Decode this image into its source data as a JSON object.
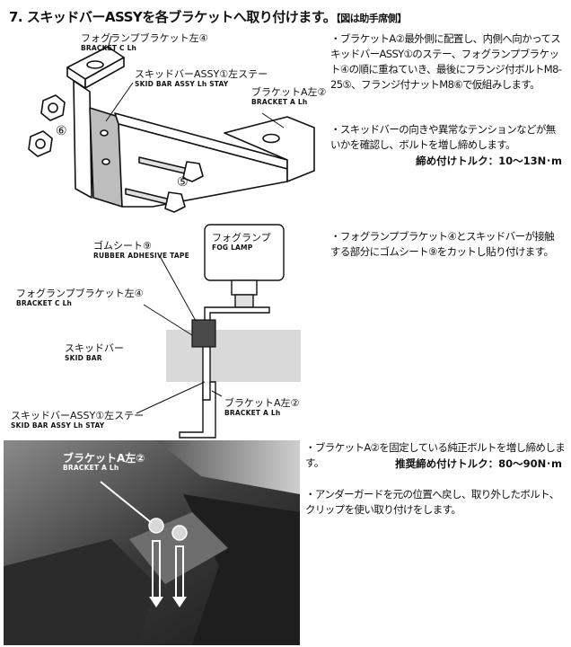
{
  "title": {
    "main": "7. スキッドバーASSYを各ブラケットへ取り付けます。",
    "sub": "【図は助手席側】"
  },
  "diagram1": {
    "bracket_c_jp": "フォグランプブラケット左④",
    "bracket_c_en": "BRACKET C Lh",
    "stay_jp": "スキッドバーASSY①左ステー",
    "stay_en": "SKID BAR ASSY Lh STAY",
    "bracket_a_jp": "ブラケットA左②",
    "bracket_a_en": "BRACKET A Lh",
    "num_6": "⑥",
    "num_5": "⑤"
  },
  "diagram2": {
    "fog_lamp_jp": "フォグランプ",
    "fog_lamp_en": "FOG LAMP",
    "rubber_jp": "ゴムシート⑨",
    "rubber_en": "RUBBER ADHESIVE TAPE",
    "bracket_c_jp": "フォグランプブラケット左④",
    "bracket_c_en": "BRACKET C Lh",
    "skid_bar_jp": "スキッドバー",
    "skid_bar_en": "SKID BAR",
    "bracket_a_jp": "ブラケットA左②",
    "bracket_a_en": "BRACKET A Lh",
    "stay_jp": "スキッドバーASSY①左ステー",
    "stay_en": "SKID BAR ASSY Lh STAY"
  },
  "photo": {
    "bracket_a_jp": "ブラケットA左②",
    "bracket_a_en": "BRACKET A Lh"
  },
  "instructions": {
    "step1": "・ブラケットA②最外側に配置し、内側へ向かってスキッドバーASSY①のステー、フォグランプブラケット④の順に重ねていき、最後にフランジ付ボルトM8-25⑤、フランジ付ナットM8⑥で仮組みします。",
    "step2": "・スキッドバーの向きや異常なテンションなどが無いかを確認し、ボルトを増し締めします。",
    "torque1": "締め付けトルク：10～13N･m",
    "step3": "・フォグランプブラケット④とスキッドバーが接触する部分にゴムシート⑨をカットし貼り付けます。",
    "step4": "・ブラケットA②を固定している純正ボルトを増し締めします。",
    "torque2": "推奨締め付けトルク：80～90N･m",
    "step5": "・アンダーガードを元の位置へ戻し、取り外したボルト、クリップを使い取り付けをします。"
  }
}
